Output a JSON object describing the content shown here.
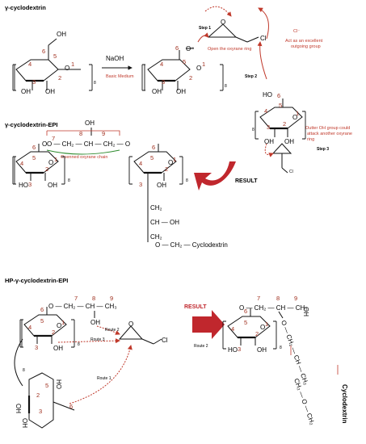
{
  "sections": {
    "gcd": "γ-cyclodextrin",
    "gcd_epi": "γ-cyclodextrin-EPI",
    "hp_gcd_epi": "HP-γ-cyclodextrin-EPI"
  },
  "reagents": {
    "naoh": "NaOH"
  },
  "notes": {
    "basic_medium": "Basic Medium",
    "open_ring": "Open the oxyrane ring",
    "cl_ion": "Cl⁻",
    "act1": "Act as an excellent",
    "act2": "outgoing group",
    "outer1": "Outter OH group could",
    "outer2": "attack another oxyrane",
    "outer3": "ring",
    "opened_chain": "Openned oxyrane chain"
  },
  "steps": {
    "s1": "Step 1",
    "s2": "Step 2",
    "s3": "Step 3"
  },
  "routes": {
    "r1": "Route 1",
    "r2": "Route 2",
    "r3": "Route 3"
  },
  "labels": {
    "oh": "OH",
    "ho": "HO",
    "o": "O",
    "o_minus": "O⁻",
    "cl": "Cl",
    "cl_small": "Cl",
    "sub8": "8",
    "result": "RESULT",
    "n1": "1",
    "n2": "2",
    "n3": "3",
    "n4": "4",
    "n5": "5",
    "n6": "6",
    "n7": "7",
    "n8": "8",
    "n9": "9"
  },
  "chains": {
    "linker1": "O — CH₂ — CH — CH₂ — O",
    "ch2": "CH₂",
    "ch_oh": "CH — OH",
    "terminus1": "O — CH₂ — Cyclodextrin",
    "hp_chain": "O — CH₂ — CH — CH₃",
    "rotated": "O — CH₂ — CH — CH₂",
    "rotated2": "CH₂ — O — CH₂",
    "cd_bold": "Cyclodextrin"
  }
}
